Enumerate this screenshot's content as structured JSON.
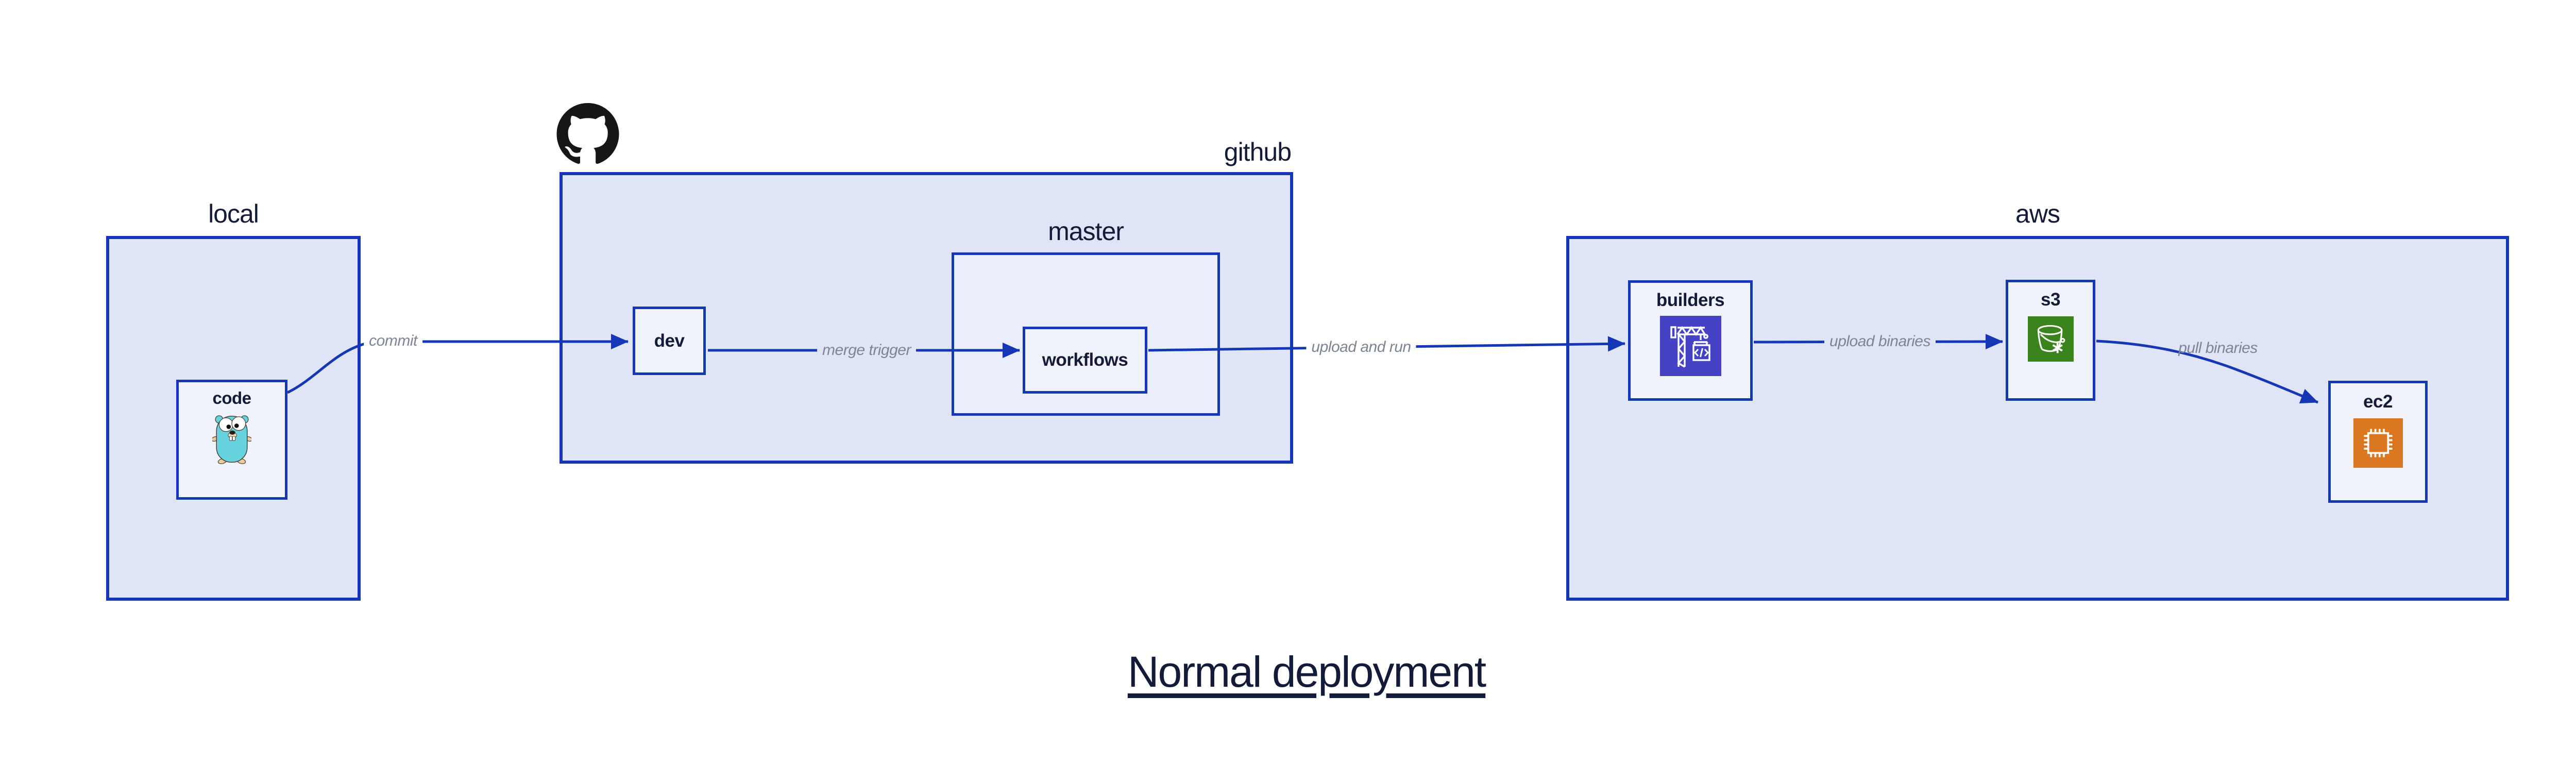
{
  "diagram_title": "Normal deployment",
  "groups": {
    "local": {
      "title": "local"
    },
    "github": {
      "title": "github"
    },
    "master": {
      "title": "master"
    },
    "aws": {
      "title": "aws"
    }
  },
  "nodes": {
    "code": {
      "label": "code",
      "icon": "go-gopher-icon"
    },
    "dev": {
      "label": "dev"
    },
    "workflows": {
      "label": "workflows"
    },
    "builders": {
      "label": "builders",
      "icon": "crane-build-icon"
    },
    "s3": {
      "label": "s3",
      "icon": "s3-bucket-icon"
    },
    "ec2": {
      "label": "ec2",
      "icon": "cpu-chip-icon"
    }
  },
  "edges": {
    "commit": {
      "label": "commit"
    },
    "merge_trigger": {
      "label": "merge trigger"
    },
    "upload_and_run": {
      "label": "upload and run"
    },
    "upload_binaries": {
      "label": "upload binaries"
    },
    "pull_binaries": {
      "label": "pull binaries"
    }
  },
  "colors": {
    "canvas_bg": "#ffffff",
    "accent_blue": "#1537b5",
    "group_fill": "#dfe4f7",
    "master_fill": "#eaeefa",
    "node_fill": "#f0f3fc",
    "text_navy": "#141b38",
    "edge_label_gray": "#7d8494",
    "builders_icon_bg": "#4642c6",
    "s3_icon_bg": "#3a831d",
    "ec2_icon_bg": "#dc7721",
    "octocat_black": "#171515",
    "gopher_teal": "#66d3de",
    "gopher_tan": "#eccb9f"
  }
}
